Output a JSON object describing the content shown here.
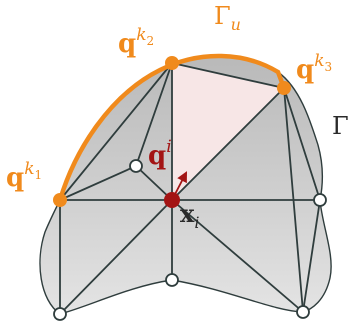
{
  "labels": {
    "qk1": {
      "base": "q",
      "sup": "k",
      "sub": "1"
    },
    "qk2": {
      "base": "q",
      "sup": "k",
      "sub": "2"
    },
    "qk3": {
      "base": "q",
      "sup": "k",
      "sub": "3"
    },
    "qi": {
      "base": "q",
      "sup": "i"
    },
    "xi": {
      "base": "x",
      "sub": "i"
    },
    "gamma_u": {
      "base": "Γ",
      "sub": "u"
    },
    "gamma": {
      "base": "Γ"
    }
  },
  "colors": {
    "domain_fill": "#c4c4c4",
    "boundary_highlight": "#f08a1c",
    "highlighted_triangle": "#f7e6e6",
    "mesh_edge": "#2f3d3d",
    "center_node": "#a31414",
    "label_orange": "#f08a1c",
    "label_dark": "#2a2a2a",
    "label_red": "#a31414",
    "arrow": "#a31414"
  }
}
